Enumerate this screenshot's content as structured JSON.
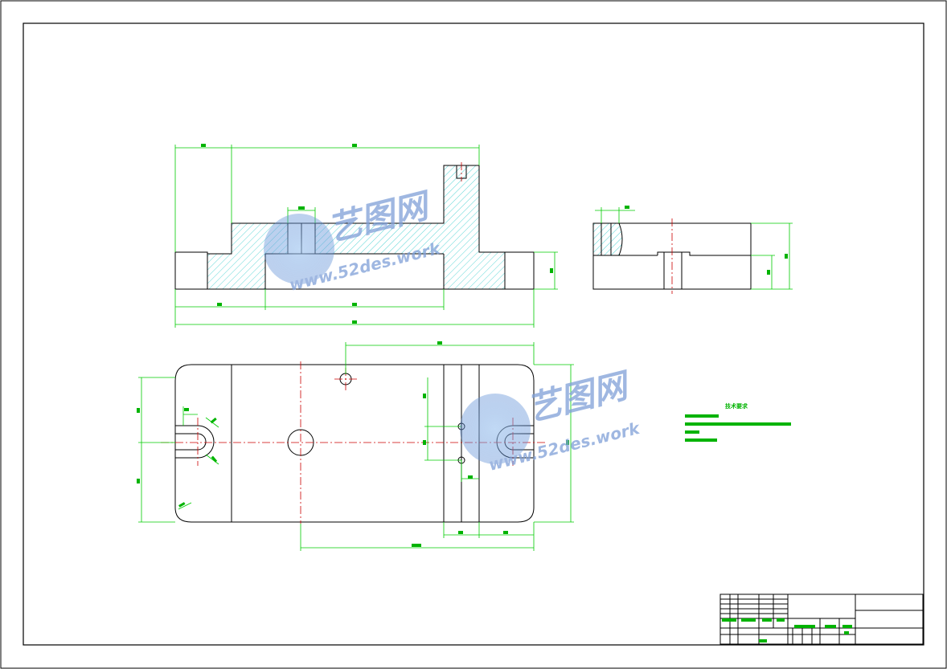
{
  "watermark": {
    "site_cn": "艺图网",
    "site_url": "www.52des.work",
    "color": "#7fa0d8"
  },
  "tech_requirements": {
    "title": "技术要求"
  },
  "colors": {
    "outline": "#000000",
    "dimension": "#00cc00",
    "centerline": "#cc0000",
    "hatch": "#33cccc"
  }
}
